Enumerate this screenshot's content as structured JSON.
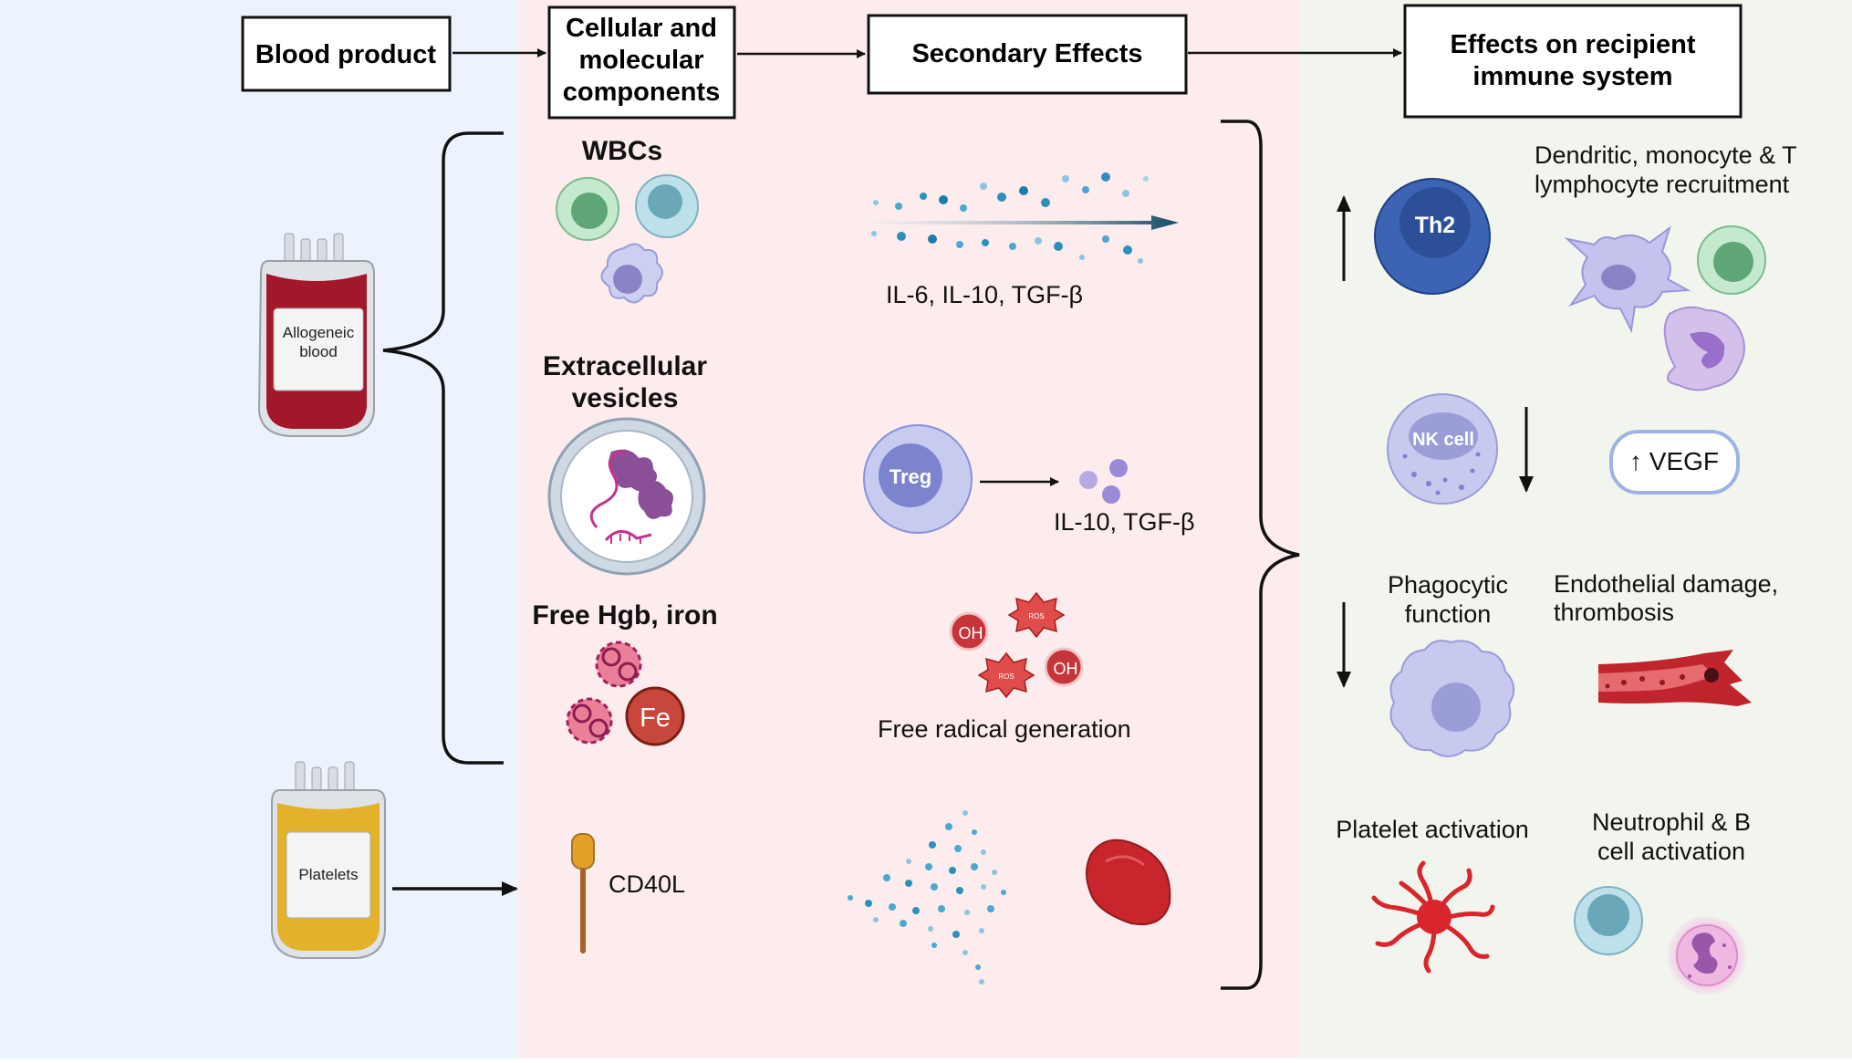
{
  "headers": {
    "blood_product": "Blood product",
    "cellular_line1": "Cellular and",
    "cellular_line2": "molecular",
    "cellular_line3": "components",
    "secondary": "Secondary Effects",
    "effects_line1": "Effects on recipient",
    "effects_line2": "immune system"
  },
  "bags": {
    "allogeneic_line1": "Allogeneic",
    "allogeneic_line2": "blood",
    "platelets": "Platelets"
  },
  "components": {
    "wbcs": "WBCs",
    "ev_line1": "Extracellular",
    "ev_line2": "vesicles",
    "hgb": "Free Hgb, iron",
    "fe": "Fe",
    "cd40l": "CD40L"
  },
  "secondary": {
    "cytokines": "IL-6, IL-10, TGF-β",
    "treg": "Treg",
    "treg_output": "IL-10, TGF-β",
    "oh": "OH",
    "ros": "ROS",
    "free_radical": "Free radical generation"
  },
  "effects": {
    "th2": "Th2",
    "recruit_line1": "Dendritic, monocyte & T",
    "recruit_line2": "lymphocyte recruitment",
    "nk": "NK cell",
    "vegf": "↑ VEGF",
    "phago_line1": "Phagocytic",
    "phago_line2": "function",
    "endo_line1": "Endothelial damage,",
    "endo_line2": "thrombosis",
    "platelet_act": "Platelet activation",
    "neut_line1": "Neutrophil & B",
    "neut_line2": "cell activation"
  },
  "colors": {
    "panel_blue": "#edf3fc",
    "panel_pink": "#fdeced",
    "panel_green": "#f1f5ed",
    "blood_red": "#a3172a",
    "platelet_yellow": "#e3b12a"
  }
}
